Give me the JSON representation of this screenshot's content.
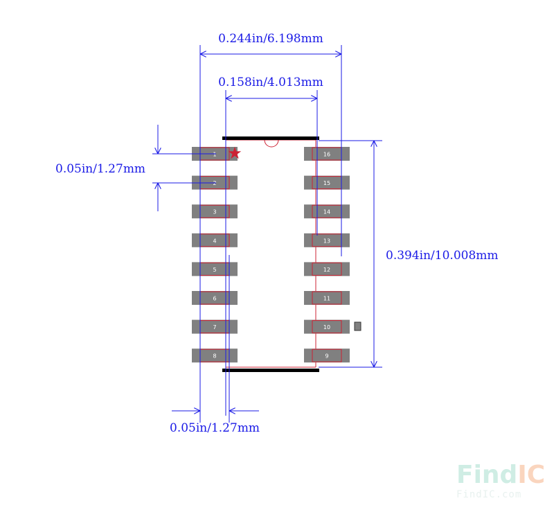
{
  "dimensions": {
    "overall_width": "0.244in/6.198mm",
    "body_width": "0.158in/4.013mm",
    "pitch_left": "0.05in/1.27mm",
    "height": "0.394in/10.008mm",
    "pad_width_bottom": "0.05in/1.27mm"
  },
  "pins_left": [
    "1",
    "2",
    "3",
    "4",
    "5",
    "6",
    "7",
    "8"
  ],
  "pins_right": [
    "16",
    "15",
    "14",
    "13",
    "12",
    "11",
    "10",
    "9"
  ],
  "watermark": {
    "logo_find": "Find",
    "logo_ic": "IC",
    "url": "FindIC.com"
  },
  "colors": {
    "dimension": "#1a1ae6",
    "pad": "#808080",
    "outline": "#cc2233",
    "body_bar": "#000000",
    "pin1_marker": "#cc2233"
  }
}
